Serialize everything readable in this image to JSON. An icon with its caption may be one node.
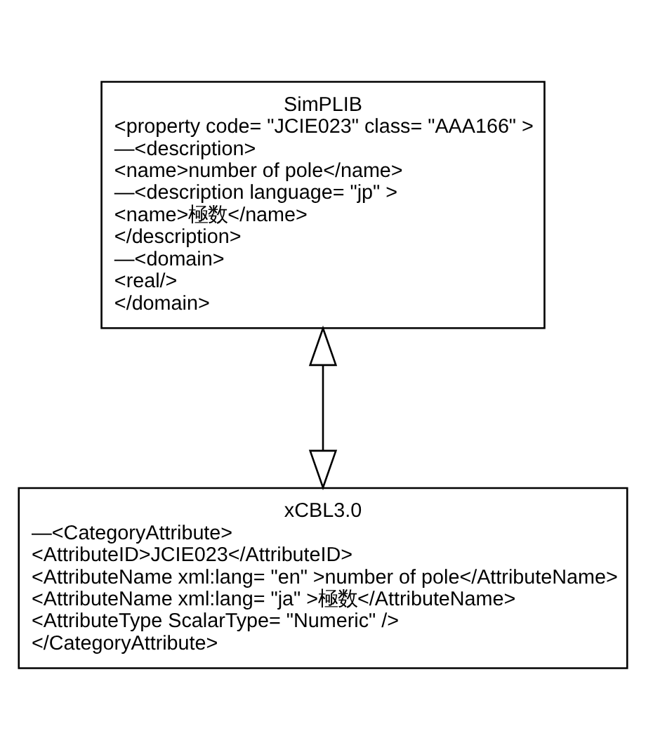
{
  "diagram": {
    "nodes": [
      {
        "text": [
          "SimPLIB",
          "<property code= \"JCIE023\" class= \"AAA166\" >",
          "—<description>",
          "<name>number of pole</name>",
          "—<description language= \"jp\" >",
          "<name>極数</name>",
          "</description>",
          "—<domain>",
          "<real/>",
          "</domain>"
        ]
      },
      {
        "text": [
          "xCBL3.0",
          "—<CategoryAttribute>",
          "<AttributeID>JCIE023</AttributeID>",
          "<AttributeName xml:lang= \"en\" >number of pole</AttributeName>",
          "<AttributeName xml:lang= \"ja\" >極数</AttributeName>",
          "<AttributeType ScalarType= \"Numeric\" />",
          "</CategoryAttribute>"
        ]
      }
    ],
    "edges": [
      {
        "from": 0,
        "to": 1,
        "arrow": "both"
      }
    ]
  }
}
